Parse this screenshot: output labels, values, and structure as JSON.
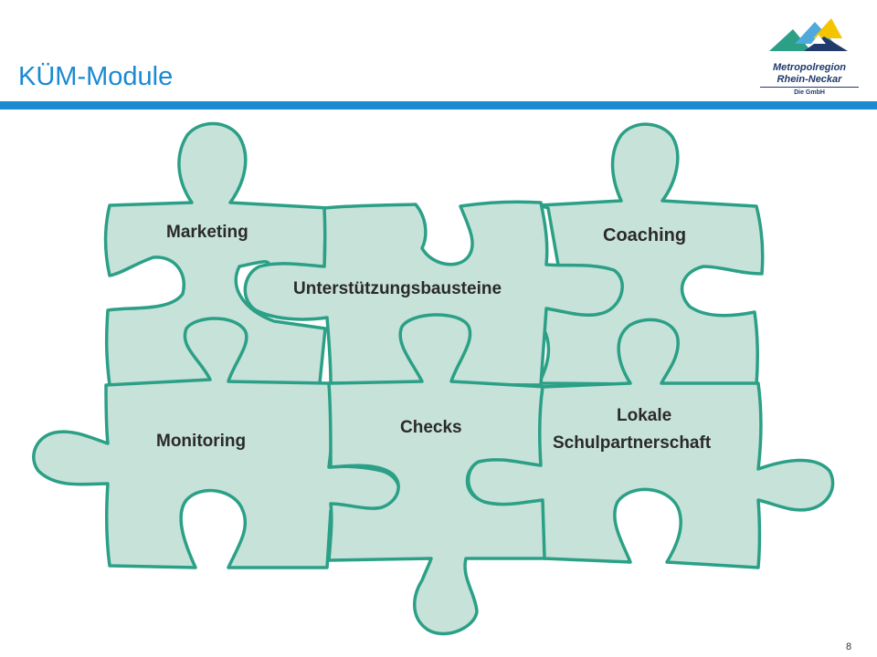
{
  "slide": {
    "title": "KÜM-Module",
    "page_number": "8"
  },
  "logo": {
    "line1": "Metropolregion",
    "line2": "Rhein-Neckar",
    "subline": "Die GmbH"
  },
  "puzzle": {
    "pieces": [
      {
        "label": "Marketing"
      },
      {
        "label": "Unterstützungsbausteine"
      },
      {
        "label": "Coaching"
      },
      {
        "label": "Monitoring"
      },
      {
        "label": "Checks"
      },
      {
        "label": "Lokale"
      },
      {
        "label": "Schulpartnerschaft"
      }
    ]
  },
  "colors": {
    "title_blue": "#1a8ad2",
    "piece_fill": "#c7e2d9",
    "piece_stroke": "#2ba086",
    "logo_navy": "#1f3a6b",
    "logo_teal": "#2ba086",
    "logo_yellow": "#f5c400",
    "logo_sky": "#4fa9dc"
  }
}
